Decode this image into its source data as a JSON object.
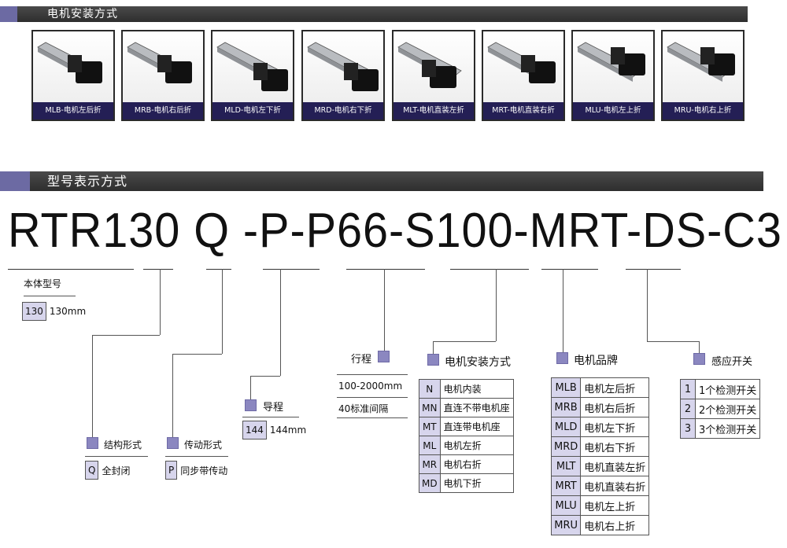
{
  "sections": {
    "mounting_title": "电机安装方式",
    "model_title": "型号表示方式"
  },
  "mounting": [
    {
      "label": "MLB-电机左后折"
    },
    {
      "label": "MRB-电机右后折"
    },
    {
      "label": "MLD-电机左下折"
    },
    {
      "label": "MRD-电机右下折"
    },
    {
      "label": "MLT-电机直装左折"
    },
    {
      "label": "MRT-电机直装右折"
    },
    {
      "label": "MLU-电机左上折"
    },
    {
      "label": "MRU-电机右上折"
    }
  ],
  "model": {
    "code": "RTR130 Q -P-P66-S100-MRT-DS-C3"
  },
  "body_type": {
    "title": "本体型号",
    "code": "130",
    "desc": "130mm"
  },
  "structure": {
    "title": "结构形式",
    "code": "Q",
    "desc": "全封闭"
  },
  "transmission": {
    "title": "传动形式",
    "code": "P",
    "desc": "同步带传动"
  },
  "lead": {
    "title": "导程",
    "code": "144",
    "desc": "144mm"
  },
  "stroke": {
    "title": "行程",
    "range": "100-2000mm",
    "interval": "40标准间隔"
  },
  "motor_mount": {
    "title": "电机安装方式",
    "rows": [
      {
        "code": "N",
        "desc": "电机内装"
      },
      {
        "code": "MN",
        "desc": "直连不带电机座"
      },
      {
        "code": "MT",
        "desc": "直连带电机座"
      },
      {
        "code": "ML",
        "desc": "电机左折"
      },
      {
        "code": "MR",
        "desc": "电机右折"
      },
      {
        "code": "MD",
        "desc": "电机下折"
      }
    ]
  },
  "motor_brand": {
    "title": "电机品牌",
    "rows": [
      {
        "code": "MLB",
        "desc": "电机左后折"
      },
      {
        "code": "MRB",
        "desc": "电机右后折"
      },
      {
        "code": "MLD",
        "desc": "电机左下折"
      },
      {
        "code": "MRD",
        "desc": "电机右下折"
      },
      {
        "code": "MLT",
        "desc": "电机直装左折"
      },
      {
        "code": "MRT",
        "desc": "电机直装右折"
      },
      {
        "code": "MLU",
        "desc": "电机左上折"
      },
      {
        "code": "MRU",
        "desc": "电机右上折"
      }
    ]
  },
  "sensor": {
    "title": "感应开关",
    "rows": [
      {
        "code": "1",
        "desc": "1个检测开关"
      },
      {
        "code": "2",
        "desc": "2个检测开关"
      },
      {
        "code": "3",
        "desc": "3个检测开关"
      }
    ]
  },
  "colors": {
    "header_bar": "#3a3a3a",
    "accent": "#6c6aa3",
    "tile_label_bg": "#241f55",
    "code_cell_bg": "#d7d5ec",
    "marker": "#8b87c0"
  }
}
